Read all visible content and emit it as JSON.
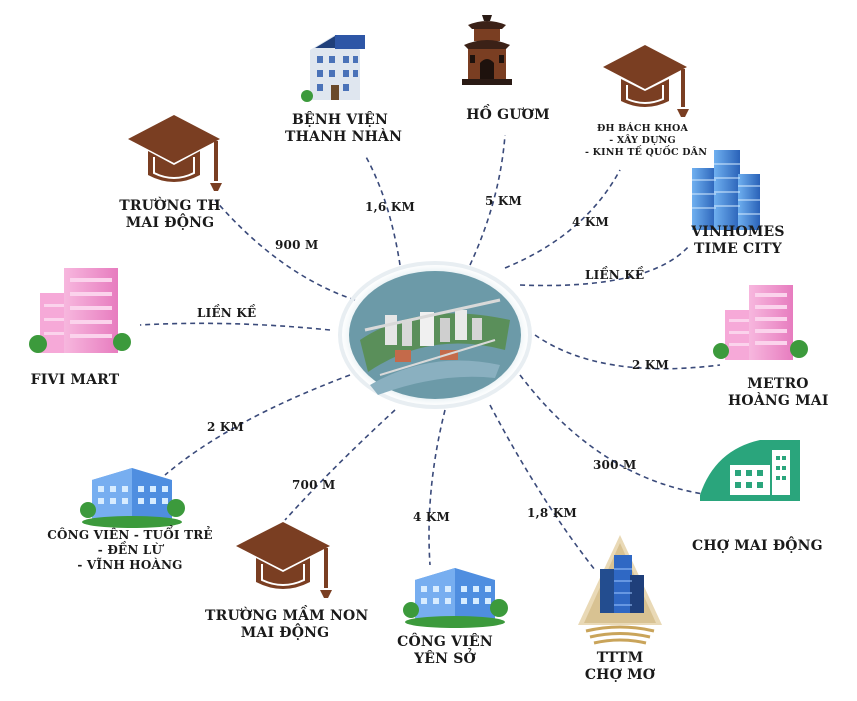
{
  "destinations": [
    {
      "id": "benh-vien",
      "lines": [
        "BỆNH VIỆN",
        "THANH NHÀN"
      ],
      "distance": "1,6 KM",
      "icon": "building-icon"
    },
    {
      "id": "ho-guom",
      "lines": [
        "HỒ GƯƠM"
      ],
      "distance": "5 KM",
      "icon": "pagoda-icon"
    },
    {
      "id": "dh-bach-khoa",
      "lines": [
        "ĐH BÁCH KHOA",
        "- XÂY DỰNG",
        "- KINH TẾ QUỐC DÂN"
      ],
      "distance": "4 KM",
      "icon": "graduation-cap-icon"
    },
    {
      "id": "vinhomes",
      "lines": [
        "VINHOMES",
        "TIME CITY"
      ],
      "distance": "LIỀN KỀ",
      "icon": "skyscraper-icon"
    },
    {
      "id": "metro",
      "lines": [
        "METRO",
        "HOÀNG MAI"
      ],
      "distance": "2 KM",
      "icon": "pink-building-icon"
    },
    {
      "id": "cho-mai-dong",
      "lines": [
        "CHỢ MAI ĐỘNG"
      ],
      "distance": "300 M",
      "icon": "market-icon"
    },
    {
      "id": "tttm-cho-mo",
      "lines": [
        "TTTM",
        "CHỢ MƠ"
      ],
      "distance": "1,8 KM",
      "icon": "mall-icon"
    },
    {
      "id": "cong-vien-yen-so",
      "lines": [
        "CÔNG VIÊN",
        "YÊN SỞ"
      ],
      "distance": "4 KM",
      "icon": "park-building-icon"
    },
    {
      "id": "truong-mam-non",
      "lines": [
        "TRƯỜNG MẦM NON",
        "MAI ĐỘNG"
      ],
      "distance": "700 M",
      "icon": "graduation-cap-icon"
    },
    {
      "id": "cong-vien-tuoi-tre",
      "lines": [
        "CÔNG VIÊN - TUỔI TRẺ",
        "- ĐỀN LỪ",
        "- VĨNH HOÀNG"
      ],
      "distance": "2 KM",
      "icon": "park-building-icon"
    },
    {
      "id": "fivi-mart",
      "lines": [
        "FIVI MART"
      ],
      "distance": "LIỀN KỀ",
      "icon": "pink-building-icon"
    },
    {
      "id": "truong-th",
      "lines": [
        "TRƯỜNG TH",
        "MAI ĐỘNG"
      ],
      "distance": "900 M",
      "icon": "graduation-cap-icon"
    }
  ],
  "colors": {
    "line": "#3a4a7a",
    "cap": "#7a3e22",
    "pink": "#f29ad0",
    "blue": "#3f7fd6",
    "teal": "#2aa57c",
    "gold": "#c9a45a"
  }
}
